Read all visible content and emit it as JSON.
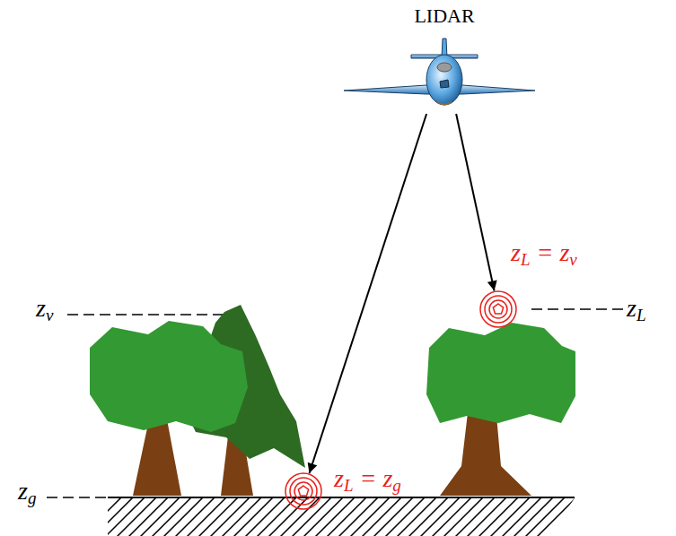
{
  "diagram": {
    "nodes": [
      {
        "text": [
          "LIDAR"
        ]
      },
      {
        "text": [
          "zL = zv"
        ]
      },
      {
        "text": [
          "zL = zg"
        ]
      }
    ],
    "edges": [
      {
        "from": 0,
        "to": 1,
        "arrow": "to"
      },
      {
        "from": 0,
        "to": 2,
        "arrow": "to"
      }
    ],
    "labels": [
      "zv",
      "zL",
      "zg"
    ]
  }
}
